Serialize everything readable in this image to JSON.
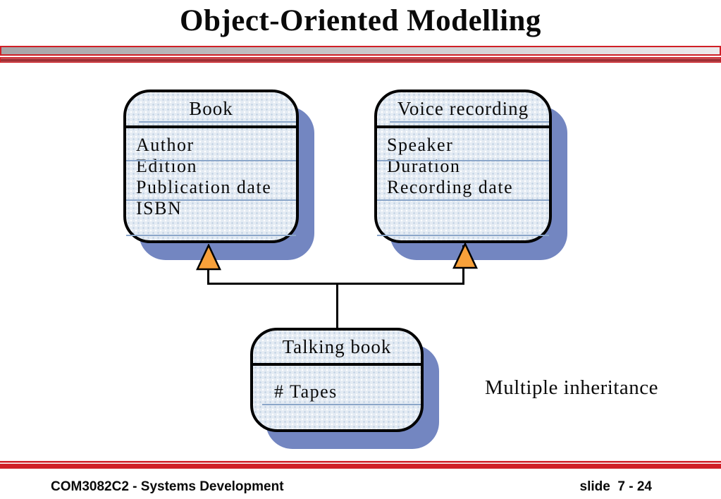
{
  "slide": {
    "title": "Object-Oriented Modelling",
    "annotation": "Multiple inheritance",
    "footer": {
      "left": "COM3082C2 - Systems Development",
      "right": "slide  7 - 24"
    }
  },
  "diagram": {
    "boxes": [
      {
        "title": "Book",
        "attributes": [
          "Author",
          "Edition",
          "Publication date",
          "ISBN"
        ]
      },
      {
        "title": "Voice recording",
        "attributes": [
          "Speaker",
          "Duration",
          "Recording date"
        ]
      },
      {
        "title": "Talking book",
        "attributes": [
          "# Tapes"
        ]
      }
    ],
    "icons": {
      "inheritance_arrow": "orange triangle pointing up"
    }
  },
  "colors": {
    "accent_red": "#d01f26",
    "shadow_blue": "#7386c1",
    "triangle_orange": "#f9a13a",
    "box_fill": "#e4ebf3",
    "box_dot": "#c2d2e4",
    "rule_blue": "#8ba6c9"
  }
}
